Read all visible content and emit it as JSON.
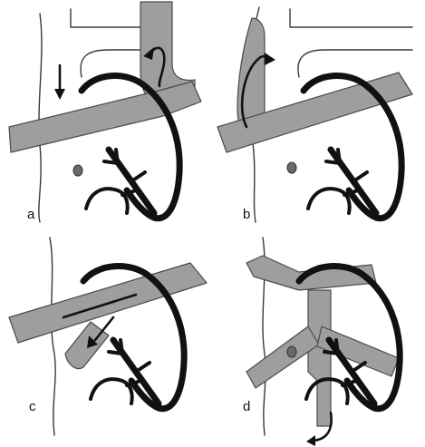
{
  "panels": [
    {
      "id": "a",
      "label": "a"
    },
    {
      "id": "b",
      "label": "b"
    },
    {
      "id": "c",
      "label": "c"
    },
    {
      "id": "d",
      "label": "d"
    }
  ],
  "colors": {
    "vessel": "#9e9e9e",
    "outline": "#111111",
    "background": "#ffffff"
  }
}
